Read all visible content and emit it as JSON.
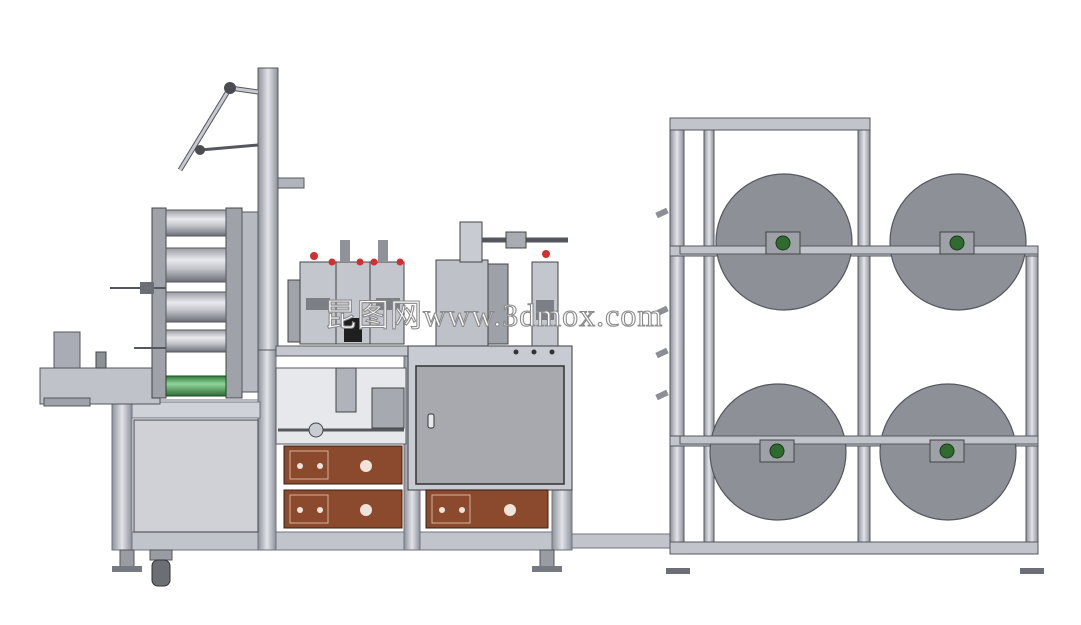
{
  "watermark": {
    "text": "昆图网www.3dmox.com"
  },
  "palette": {
    "frame": "#b9bcc4",
    "frame_dark": "#6f7380",
    "frame_light": "#d8dae0",
    "cabinet": "#c9cbd2",
    "panel": "#a7a9ae",
    "roll": "#8e9097",
    "roll_edge": "#55575e",
    "drawer": "#8b4a2e",
    "bearing": "#2f6b2f",
    "knob": "#d03030",
    "green_roll": "#4a9a54",
    "steel": "#c7c9cf"
  },
  "parts": {
    "material_rolls": [
      "roll-top-left",
      "roll-top-right",
      "roll-bottom-left",
      "roll-bottom-right"
    ],
    "drawers": [
      "drawer-upper-left",
      "drawer-lower-left",
      "drawer-lower-right"
    ]
  }
}
